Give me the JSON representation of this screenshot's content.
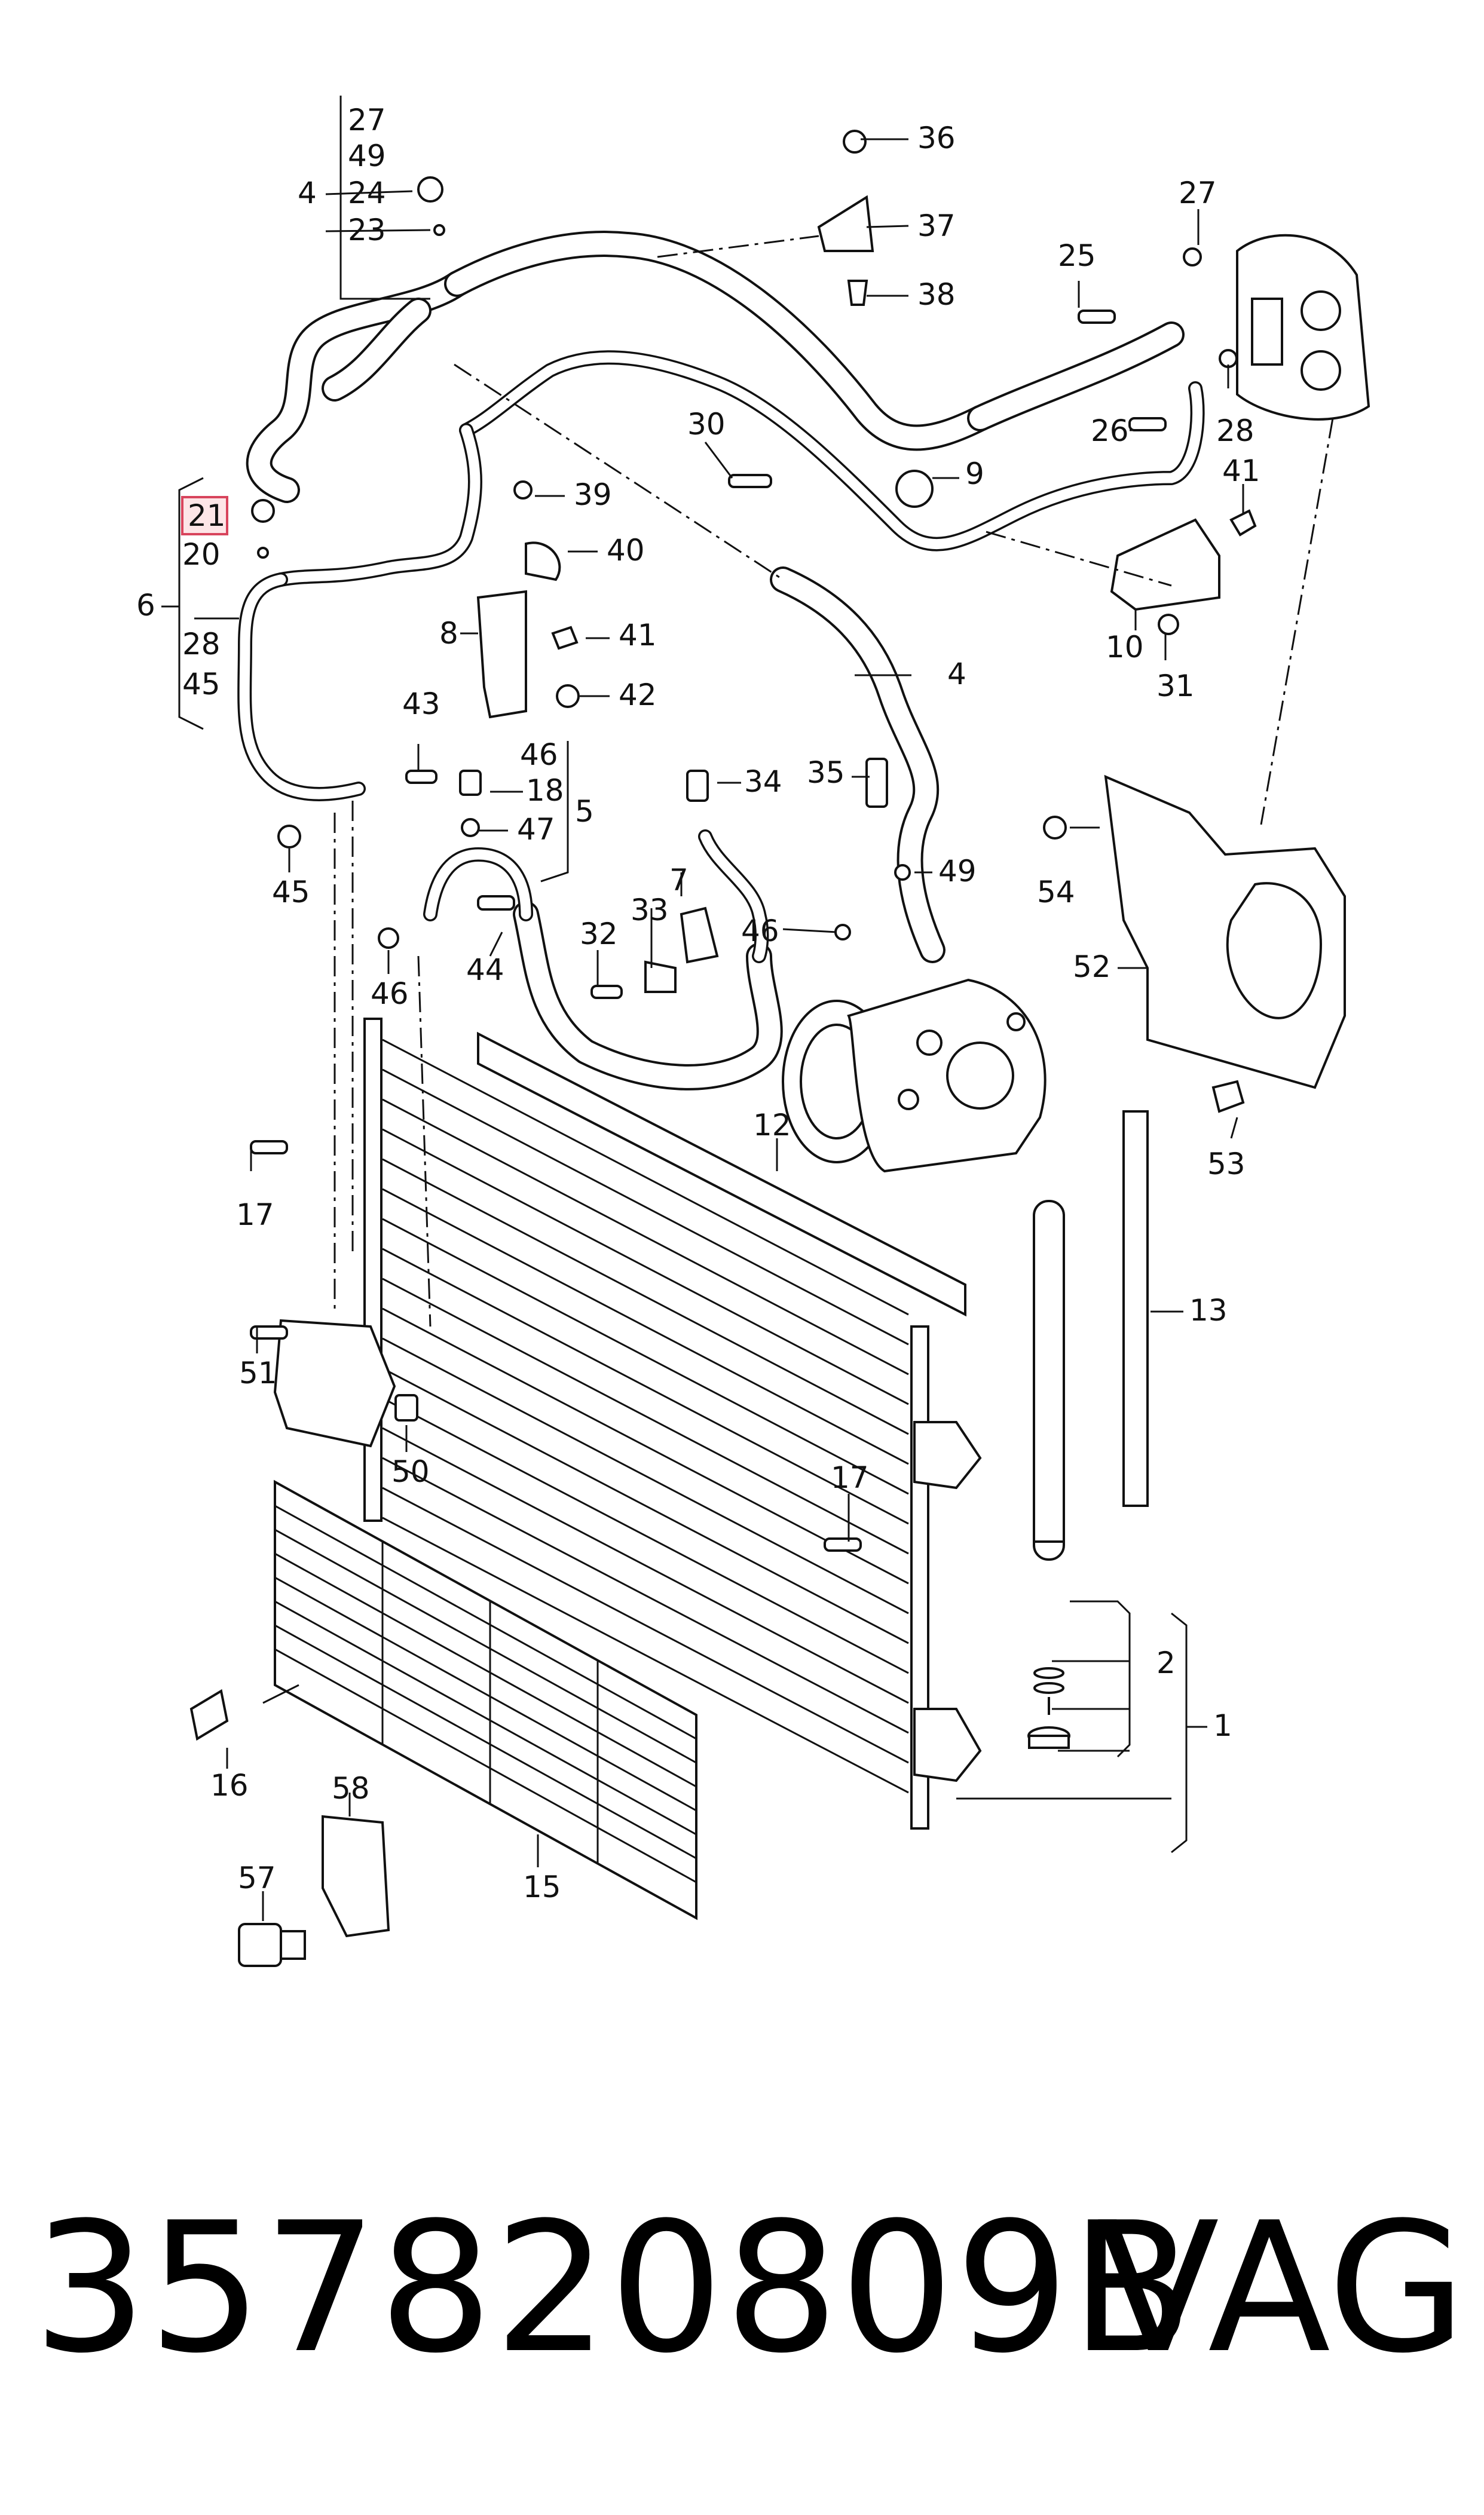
{
  "diagram": {
    "callouts": [
      {
        "id": "c27a",
        "text": "27"
      },
      {
        "id": "c49a",
        "text": "49"
      },
      {
        "id": "c4a",
        "text": "4"
      },
      {
        "id": "c24",
        "text": "24"
      },
      {
        "id": "c23",
        "text": "23"
      },
      {
        "id": "c36",
        "text": "36"
      },
      {
        "id": "c37",
        "text": "37"
      },
      {
        "id": "c38",
        "text": "38"
      },
      {
        "id": "c27b",
        "text": "27"
      },
      {
        "id": "c25",
        "text": "25"
      },
      {
        "id": "c26",
        "text": "26"
      },
      {
        "id": "c28b",
        "text": "28"
      },
      {
        "id": "c30",
        "text": "30"
      },
      {
        "id": "c9",
        "text": "9"
      },
      {
        "id": "c41a",
        "text": "41"
      },
      {
        "id": "c10",
        "text": "10"
      },
      {
        "id": "c31",
        "text": "31"
      },
      {
        "id": "c39",
        "text": "39"
      },
      {
        "id": "c40",
        "text": "40"
      },
      {
        "id": "c8",
        "text": "8"
      },
      {
        "id": "c41b",
        "text": "41"
      },
      {
        "id": "c42",
        "text": "42"
      },
      {
        "id": "c21",
        "text": "21",
        "highlighted": true
      },
      {
        "id": "c20",
        "text": "20"
      },
      {
        "id": "c6",
        "text": "6"
      },
      {
        "id": "c28a",
        "text": "28"
      },
      {
        "id": "c45a",
        "text": "45"
      },
      {
        "id": "c4b",
        "text": "4"
      },
      {
        "id": "c43",
        "text": "43"
      },
      {
        "id": "c45b",
        "text": "45"
      },
      {
        "id": "c46a",
        "text": "46"
      },
      {
        "id": "c18",
        "text": "18"
      },
      {
        "id": "c47",
        "text": "47"
      },
      {
        "id": "c5",
        "text": "5"
      },
      {
        "id": "c34",
        "text": "34"
      },
      {
        "id": "c35",
        "text": "35"
      },
      {
        "id": "c49b",
        "text": "49"
      },
      {
        "id": "c7",
        "text": "7"
      },
      {
        "id": "c33",
        "text": "33"
      },
      {
        "id": "c32",
        "text": "32"
      },
      {
        "id": "c46b",
        "text": "46"
      },
      {
        "id": "c46c",
        "text": "46"
      },
      {
        "id": "c44",
        "text": "44"
      },
      {
        "id": "c54",
        "text": "54"
      },
      {
        "id": "c52",
        "text": "52"
      },
      {
        "id": "c53",
        "text": "53"
      },
      {
        "id": "c12",
        "text": "12"
      },
      {
        "id": "c17a",
        "text": "17"
      },
      {
        "id": "c13",
        "text": "13"
      },
      {
        "id": "c51",
        "text": "51"
      },
      {
        "id": "c50",
        "text": "50"
      },
      {
        "id": "c17b",
        "text": "17"
      },
      {
        "id": "c2",
        "text": "2"
      },
      {
        "id": "c1",
        "text": "1"
      },
      {
        "id": "c16",
        "text": "16"
      },
      {
        "id": "c58",
        "text": "58"
      },
      {
        "id": "c57",
        "text": "57"
      },
      {
        "id": "c15",
        "text": "15"
      }
    ]
  },
  "footer": {
    "part_number": "357820809B",
    "brand": "VAG"
  },
  "colors": {
    "line": "#111111",
    "highlight_fill": "#fde5e7",
    "highlight_stroke": "#d8445c",
    "background": "#ffffff"
  }
}
